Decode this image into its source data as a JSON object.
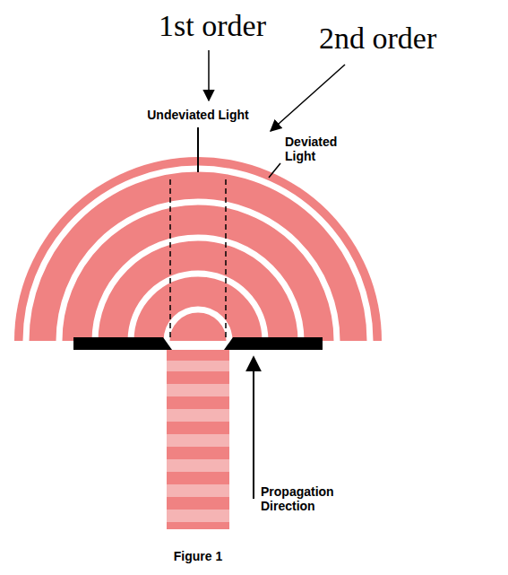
{
  "diagram": {
    "labels": [
      "1st order",
      "2nd order",
      "Undeviated Light",
      "Deviated Light",
      "Propagation Direction",
      "Figure 1"
    ]
  }
}
